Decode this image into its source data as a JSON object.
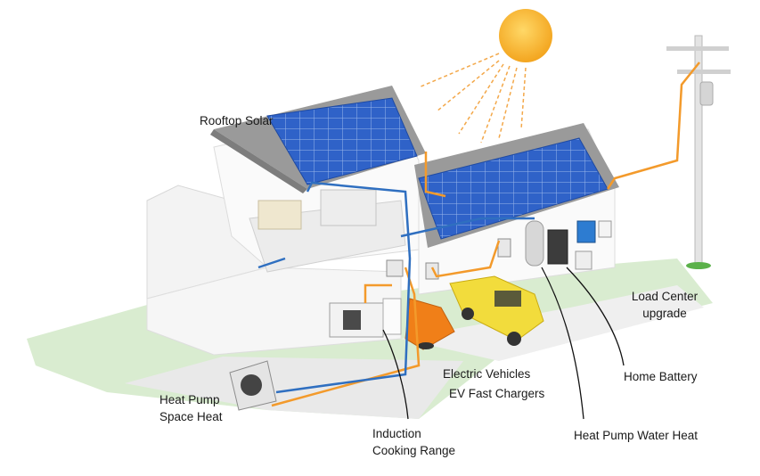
{
  "labels": {
    "rooftop_solar": "Rooftop Solar",
    "load_center_line1": "Load Center",
    "load_center_line2": "upgrade",
    "home_battery": "Home Battery",
    "electric_vehicles": "Electric Vehicles",
    "ev_fast_chargers": "EV Fast Chargers",
    "heat_pump_line1": "Heat Pump",
    "heat_pump_line2": "Space Heat",
    "induction_line1": "Induction",
    "induction_line2": "Cooking Range",
    "heat_pump_water_heat": "Heat Pump Water Heat"
  },
  "colors": {
    "wire_orange": "#f39a2b",
    "wire_blue": "#2f6fc0",
    "lawn": "#d9ecd0",
    "solar_panel": "#2f62c8",
    "roof": "#8c8c8c",
    "sun": "#f7b52c",
    "car": "#f07f18",
    "truck": "#f2dc3c"
  }
}
